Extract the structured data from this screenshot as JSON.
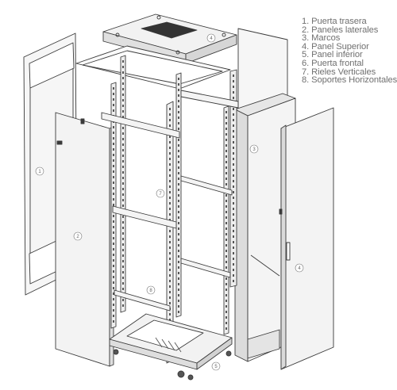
{
  "legend": [
    "1. Puerta trasera",
    "2. Paneles laterales",
    "3. Marcos",
    "4. Panel Superior",
    "5. Panel inferior",
    "6. Puerta frontal",
    "7. Rieles Verticales",
    "8. Soportes Horizontales"
  ],
  "callouts": {
    "rear_door": "1",
    "side_panel_left": "2",
    "frame_right": "3",
    "top_panel": "4",
    "front_door": "4",
    "bottom_panel": "5",
    "vertical_rails": "7",
    "horizontal_supports": "8"
  },
  "colors": {
    "line": "#3a3a3a",
    "panel": "#f4f4f4",
    "shade": "#dcdcdc",
    "text": "#707070"
  }
}
